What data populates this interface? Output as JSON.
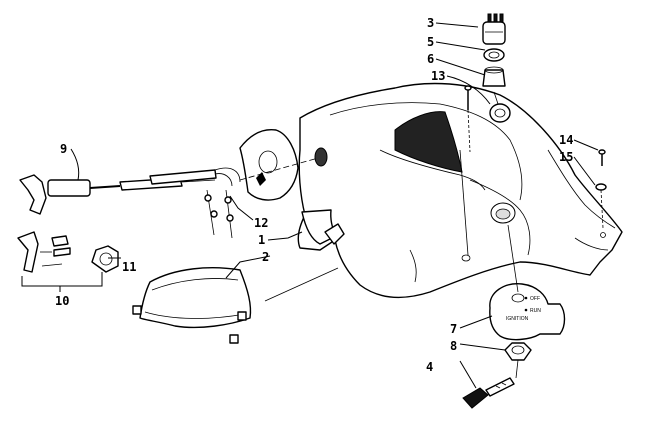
{
  "callouts": {
    "c1": "1",
    "c2": "2",
    "c3": "3",
    "c4": "4",
    "c5": "5",
    "c6": "6",
    "c7": "7",
    "c8": "8",
    "c9": "9",
    "c10": "10",
    "c11": "11",
    "c12": "12",
    "c13": "13",
    "c14": "14",
    "c15": "15"
  },
  "switch_plate": {
    "off": "OFF",
    "run": "RUN",
    "ignition": "IGNITION"
  }
}
